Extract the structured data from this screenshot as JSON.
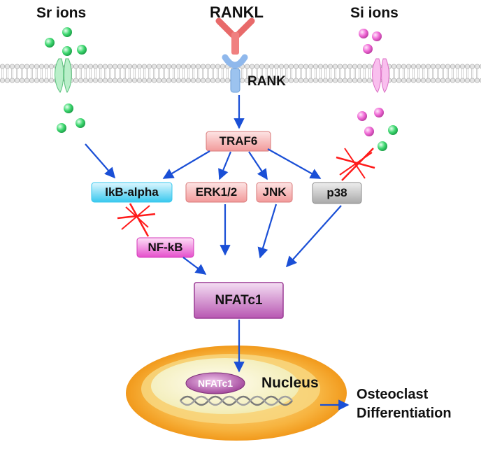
{
  "labels": {
    "sr_ions": "Sr ions",
    "rankl": "RANKL",
    "si_ions": "Si ions",
    "rank": "RANK",
    "nucleus": "Nucleus",
    "outcome_line1": "Osteoclast",
    "outcome_line2": "Differentiation"
  },
  "nodes": {
    "traf6": "TRAF6",
    "ikb_alpha": "IkB-alpha",
    "erk": "ERK1/2",
    "jnk": "JNK",
    "p38": "p38",
    "nfkb": "NF-kB",
    "nfatc1": "NFATc1",
    "nfatc1_nucleus": "NFATc1"
  },
  "colors": {
    "arrow": "#1a4fd6",
    "inhibit": "#ff1a1a",
    "sr_ion": "#3ed870",
    "si_ion": "#f06ad6",
    "rank_receptor": "#8fb8ec",
    "rankl_ligand": "#f07a7a",
    "nucleus_outer": "#f5a01c",
    "nucleus_inner": "#f8f3c4"
  }
}
